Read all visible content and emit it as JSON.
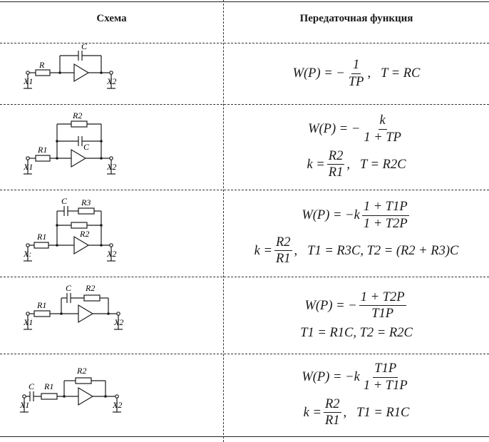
{
  "header": {
    "scheme_title": "Схема",
    "function_title": "Передаточная функция"
  },
  "rows": [
    {
      "row_name": "row-integrator",
      "labels": {
        "c": "C",
        "r": "R",
        "x1": "X1",
        "x2": "X2"
      },
      "eq1": {
        "lhs": "W(P) = −",
        "num": "1",
        "den": "TP",
        "tail": ",",
        "extra": "T = RC"
      }
    },
    {
      "row_name": "row-aperiodic",
      "labels": {
        "r2": "R2",
        "c": "C",
        "r1": "R1",
        "x1": "X1",
        "x2": "X2"
      },
      "eq1": {
        "lhs": "W(P) = −",
        "num": "k",
        "den": "1 + TP"
      },
      "eq2": {
        "lhs": "k =",
        "num": "R2",
        "den": "R1",
        "tail": ",",
        "extra": "T = R2C"
      }
    },
    {
      "row_name": "row-lag-lead",
      "labels": {
        "c": "C",
        "r3": "R3",
        "r2": "R2",
        "r1": "R1",
        "x1": "X:",
        "x2": "X2"
      },
      "eq1": {
        "lhs": "W(P) = −k",
        "num": "1 + T1P",
        "den": "1 + T2P"
      },
      "eq2": {
        "lhs": "k =",
        "num": "R2",
        "den": "R1",
        "tail": ",",
        "extra": "T1 = R3C,   T2 = (R2 + R3)C"
      }
    },
    {
      "row_name": "row-pid",
      "labels": {
        "c": "C",
        "r2": "R2",
        "r1": "R1",
        "x1": "X1",
        "x2": "X2"
      },
      "eq1": {
        "lhs": "W(P) = −",
        "num": "1 + T2P",
        "den": "T1P"
      },
      "eq2": {
        "text": "T1 = R1C,   T2 = R2C"
      }
    },
    {
      "row_name": "row-differentiator",
      "labels": {
        "c": "C",
        "r1": "R1",
        "r2": "R2",
        "x1": "X1",
        "x2": "X2"
      },
      "eq1": {
        "lhs": "W(P) = −k",
        "num": "T1P",
        "den": "1 + T1P"
      },
      "eq2": {
        "lhs": "k =",
        "num": "R2",
        "den": "R1",
        "tail": ",",
        "extra": "T1 = R1C"
      }
    }
  ]
}
